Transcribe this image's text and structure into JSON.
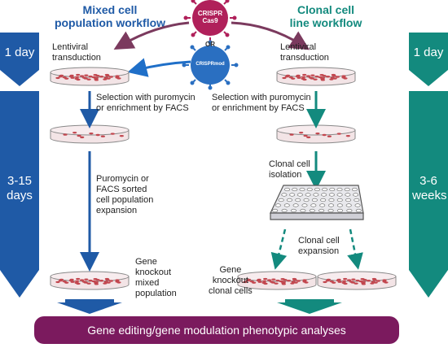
{
  "left": {
    "title_line1": "Mixed cell",
    "title_line2": "population workflow",
    "time_top": "1 day",
    "time_middle": "3-15 days",
    "step_transduction_line1": "Lentiviral",
    "step_transduction_line2": "transduction",
    "step_selection_line1": "Selection with puromycin",
    "step_selection_line2": "or enrichment by FACS",
    "step_expansion_lines": [
      "Puromycin or",
      "FACS sorted",
      "cell population",
      "expansion"
    ],
    "result_lines": [
      "Gene",
      "knockout",
      "mixed",
      "population"
    ]
  },
  "right": {
    "title_line1": "Clonal cell",
    "title_line2": "line workflow",
    "time_top": "1 day",
    "time_middle": "3-6 weeks",
    "step_transduction_line1": "Lentiviral",
    "step_transduction_line2": "transduction",
    "step_selection_line1": "Selection with puromycin",
    "step_selection_line2": "or enrichment by FACS",
    "step_isolation_line1": "Clonal cell",
    "step_isolation_line2": "isolation",
    "step_expansion_line1": "Clonal cell",
    "step_expansion_line2": "expansion",
    "result_lines": [
      "Gene",
      "knockout",
      "clonal cells"
    ]
  },
  "center": {
    "virus_top_line1": "CRISPR",
    "virus_top_line2": "Cas9",
    "or_label": "OR",
    "virus_bottom_label": "CRISPRmod"
  },
  "bottom_banner": "Gene editing/gene modulation phenotypic analyses",
  "colors": {
    "blue": "#1f5aa6",
    "teal": "#138a7e",
    "purple": "#7b1a5e",
    "virus_red": "#b0205a",
    "virus_blue": "#2a6fc1"
  }
}
